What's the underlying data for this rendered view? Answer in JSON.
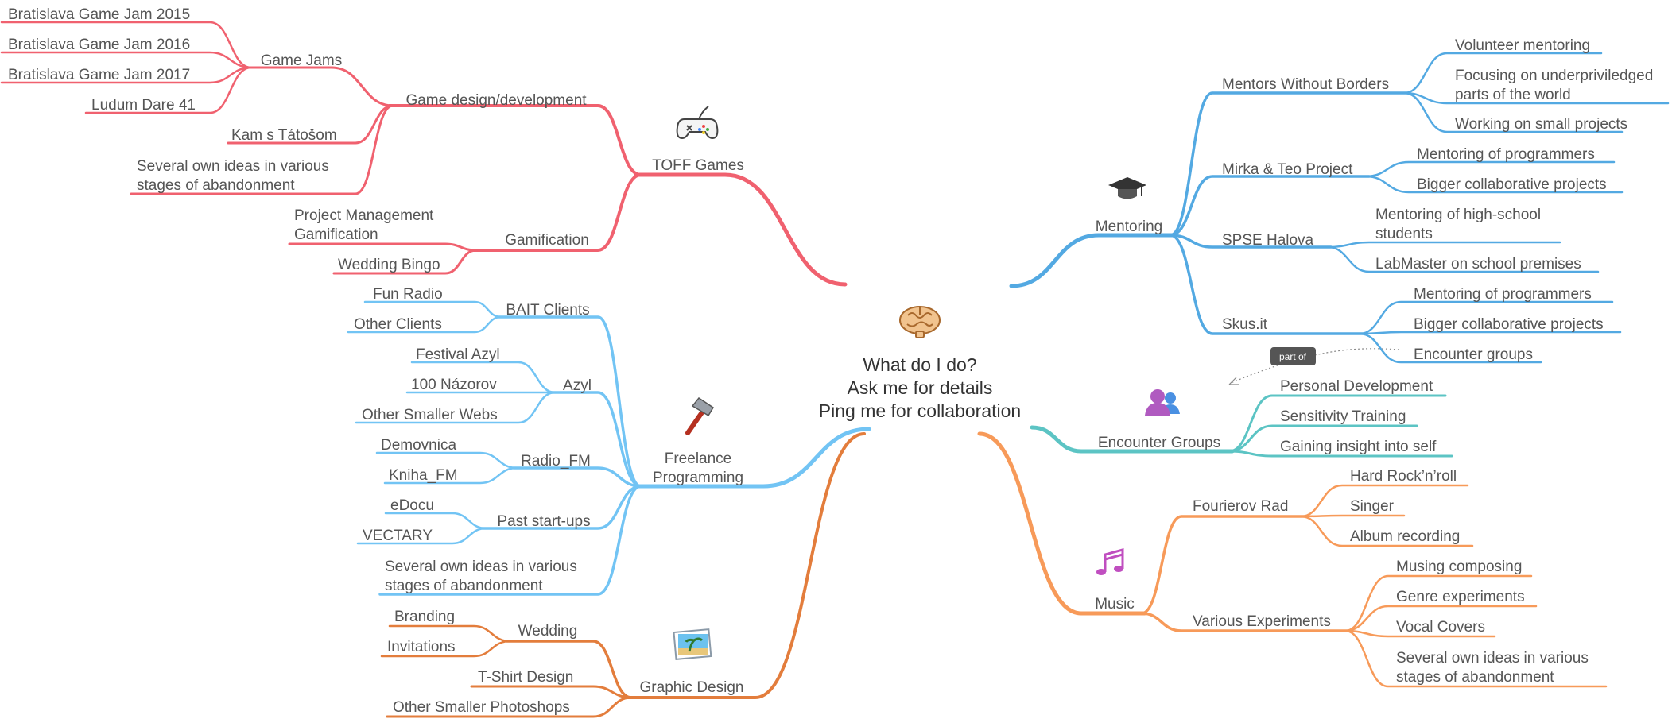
{
  "center": {
    "title": [
      "What do I do?",
      "Ask me for details",
      "Ping me for collaboration"
    ],
    "icon": "brain-icon"
  },
  "colors": {
    "games": "#f0616f",
    "freelance": "#72c4f4",
    "graphic": "#e37d3c",
    "mentoring": "#53a9e2",
    "encounter": "#5cc4c4",
    "music": "#f79a59",
    "relation": "#555555"
  },
  "branches": {
    "games": {
      "topic": "TOFF Games",
      "icon": "gamepad-icon",
      "game_design": "Game design/development",
      "game_jams": "Game Jams",
      "jam_2015": "Bratislava Game Jam 2015",
      "jam_2016": "Bratislava Game Jam 2016",
      "jam_2017": "Bratislava Game Jam 2017",
      "ludum_dare": "Ludum Dare 41",
      "kam_s_tatosom": "Kam s Tátošom",
      "own_ideas": [
        "Several own ideas in various",
        "stages of abandonment"
      ],
      "gamification": "Gamification",
      "pm_gamification": [
        "Project Management",
        "Gamification"
      ],
      "wedding_bingo": "Wedding Bingo"
    },
    "freelance": {
      "topic": [
        "Freelance",
        "Programming"
      ],
      "icon": "hammer-icon",
      "bait_clients": "BAIT Clients",
      "fun_radio": "Fun Radio",
      "other_clients": "Other Clients",
      "azyl": "Azyl",
      "festival_azyl": "Festival Azyl",
      "nazorov": "100 Názorov",
      "other_webs": "Other Smaller Webs",
      "radio_fm": "Radio_FM",
      "demovnica": "Demovnica",
      "kniha_fm": "Kniha_FM",
      "startups": "Past start-ups",
      "edocu": "eDocu",
      "vectary": "VECTARY",
      "own_ideas": [
        "Several own ideas in various",
        "stages of abandonment"
      ]
    },
    "graphic": {
      "topic": "Graphic Design",
      "icon": "picture-icon",
      "wedding": "Wedding",
      "branding": "Branding",
      "invitations": "Invitations",
      "tshirt": "T-Shirt Design",
      "photoshops": "Other Smaller Photoshops"
    },
    "mentoring": {
      "topic": "Mentoring",
      "icon": "graduation-cap-icon",
      "mwb": "Mentors Without Borders",
      "volunteer": "Volunteer mentoring",
      "underprivileged": [
        "Focusing on underpriviledged",
        "parts of the world"
      ],
      "small_projects": "Working on small projects",
      "mirka_teo": "Mirka & Teo Project",
      "mt_mentoring": "Mentoring of programmers",
      "mt_bigger": "Bigger collaborative projects",
      "spse": "SPSE Halova",
      "highschool": [
        "Mentoring of high-school",
        "students"
      ],
      "labmaster": "LabMaster on school premises",
      "skus": "Skus.it",
      "sk_mentoring": "Mentoring of programmers",
      "sk_bigger": "Bigger collaborative projects",
      "sk_encounter": "Encounter groups"
    },
    "encounter": {
      "topic": "Encounter Groups",
      "icon": "people-icon",
      "personal": "Personal Development",
      "sensitivity": "Sensitivity Training",
      "insight": "Gaining insight into self"
    },
    "music": {
      "topic": "Music",
      "icon": "music-note-icon",
      "fourierov": "Fourierov Rad",
      "hard_rock": "Hard Rock’n’roll",
      "singer": "Singer",
      "album": "Album recording",
      "experiments": "Various Experiments",
      "musing": "Musing composing",
      "genre": "Genre experiments",
      "vocal": "Vocal Covers",
      "own_ideas": [
        "Several own ideas in various",
        "stages of abandonment"
      ]
    }
  },
  "relationship": {
    "label": "part of"
  }
}
